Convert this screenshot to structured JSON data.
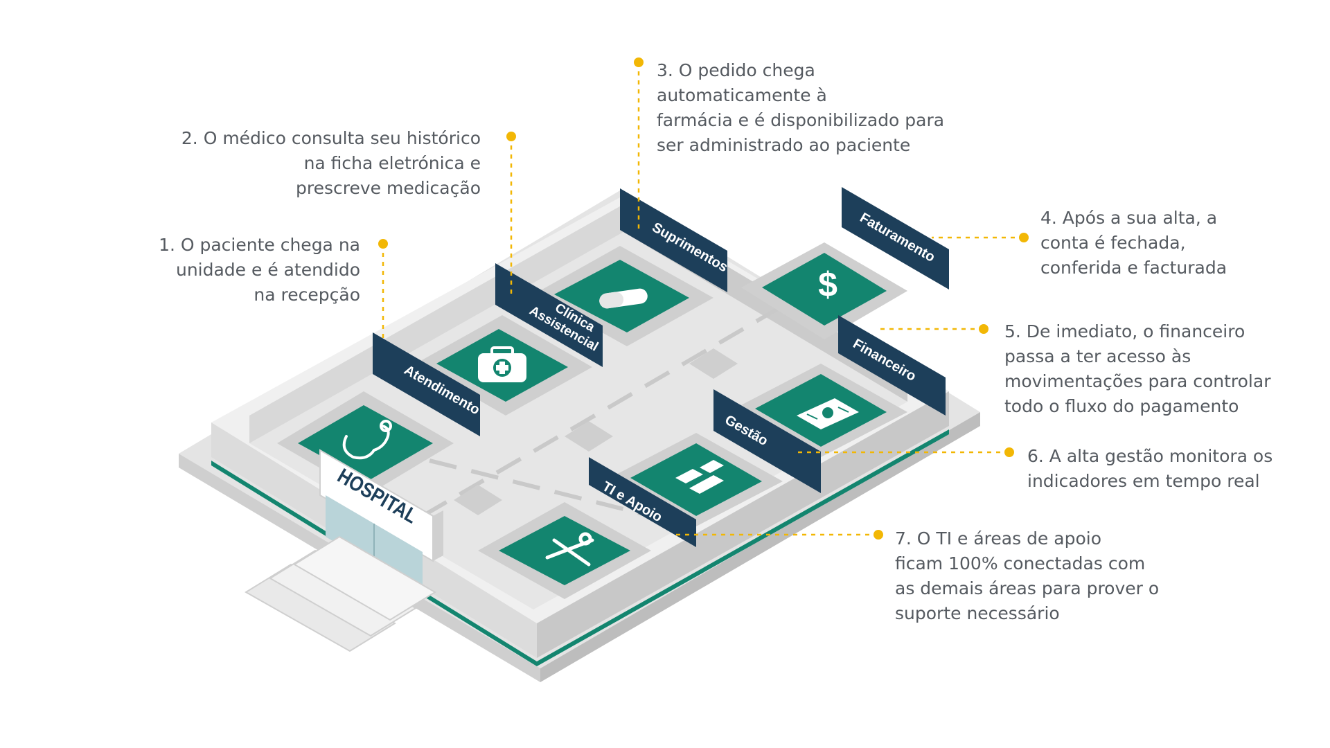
{
  "building": {
    "sign": "HOSPITAL",
    "departments": [
      {
        "id": "atendimento",
        "label": "Atendimento",
        "icon": "stethoscope-icon"
      },
      {
        "id": "clinica",
        "label": "Clínica Assistencial",
        "line1": "Clínica",
        "line2": "Assistencial",
        "icon": "medical-kit-icon"
      },
      {
        "id": "suprimentos",
        "label": "Suprimentos",
        "icon": "pill-capsule-icon"
      },
      {
        "id": "faturamento",
        "label": "Faturamento",
        "icon": "dollar-sign-icon"
      },
      {
        "id": "financeiro",
        "label": "Financeiro",
        "icon": "banknotes-icon"
      },
      {
        "id": "gestao",
        "label": "Gestão",
        "icon": "bar-chart-icon"
      },
      {
        "id": "ti",
        "label": "TI e Apoio",
        "icon": "tools-icon"
      }
    ]
  },
  "steps": [
    {
      "n": 1,
      "text": "1. O paciente chega na\nunidade e é atendido\nna recepção"
    },
    {
      "n": 2,
      "text": "2. O médico consulta seu histórico\nna ficha eletrónica e\nprescreve medicação"
    },
    {
      "n": 3,
      "text": "3. O pedido chega\nautomaticamente à\nfarmácia e é disponibilizado para\nser administrado ao paciente"
    },
    {
      "n": 4,
      "text": "4. Após a sua alta, a\nconta é fechada,\nconferida e facturada"
    },
    {
      "n": 5,
      "text": "5. De imediato, o financeiro\npassa a ter acesso às\nmovimentações para controlar\ntodo o fluxo do pagamento"
    },
    {
      "n": 6,
      "text": "6. A alta gestão monitora os\nindicadores em tempo real"
    },
    {
      "n": 7,
      "text": "7. O TI e áreas de apoio\nficam 100% conectadas com\nas demais áreas para prover o\nsuporte necessário"
    }
  ],
  "colors": {
    "teal": "#13856f",
    "navy": "#1d3f5a",
    "floor": "#e9e9e9",
    "wall": "#d3d3d3",
    "connector": "#f2b705",
    "text": "#555a60"
  }
}
